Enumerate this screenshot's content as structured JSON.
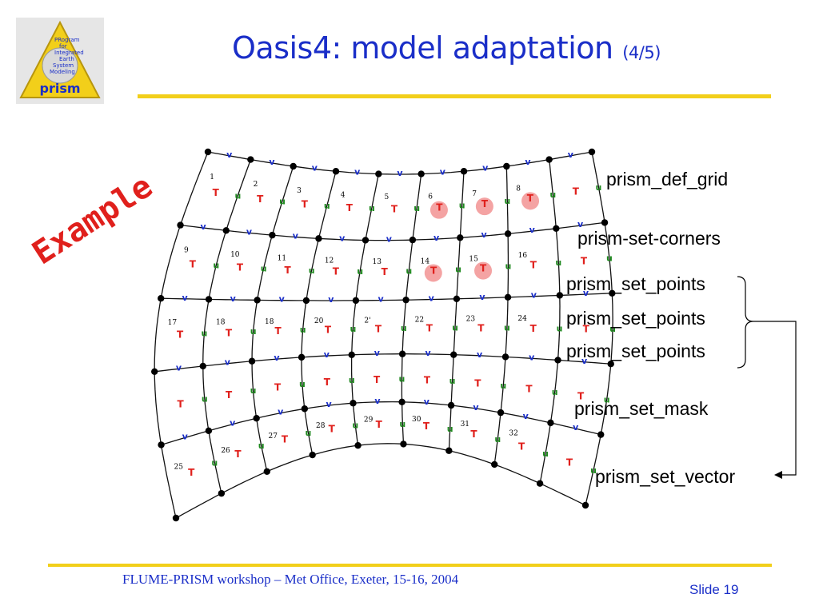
{
  "logo": {
    "lines": [
      "PRogram",
      "for",
      "Integrated",
      "Earth",
      "System",
      "Modeling"
    ],
    "brand": "prism"
  },
  "title": {
    "main": "Oasis4: model adaptation",
    "sub": "(4/5)"
  },
  "example_label": "Example",
  "functions": {
    "def_grid": "prism_def_grid",
    "set_corners": "prism-set-corners",
    "set_points_1": "prism_set_points",
    "set_points_2": "prism_set_points",
    "set_points_3": "prism_set_points",
    "set_mask": "prism_set_mask",
    "set_vector": "prism_set_vector"
  },
  "grid": {
    "cell_numbers": [
      "1",
      "2",
      "3",
      "4",
      "5",
      "6",
      "7",
      "8",
      "9",
      "10",
      "11",
      "12",
      "13",
      "14",
      "15",
      "16",
      "17",
      "18",
      "18",
      "20",
      "2'",
      "22",
      "23",
      "24",
      "25",
      "26",
      "27",
      "28",
      "29",
      "30",
      "31",
      "32"
    ],
    "t_label": "T",
    "u_label": "u",
    "v_label": "v"
  },
  "colors": {
    "title": "#1a2ec8",
    "rule": "#f2cf1a",
    "t": "#e0201c",
    "u": "#1f8a1f",
    "v": "#1a2ec8",
    "mask": "#f4a3a3"
  },
  "footer": {
    "text": "FLUME-PRISM workshop – Met Office, Exeter, 15-16, 2004",
    "slide": "Slide 19"
  }
}
